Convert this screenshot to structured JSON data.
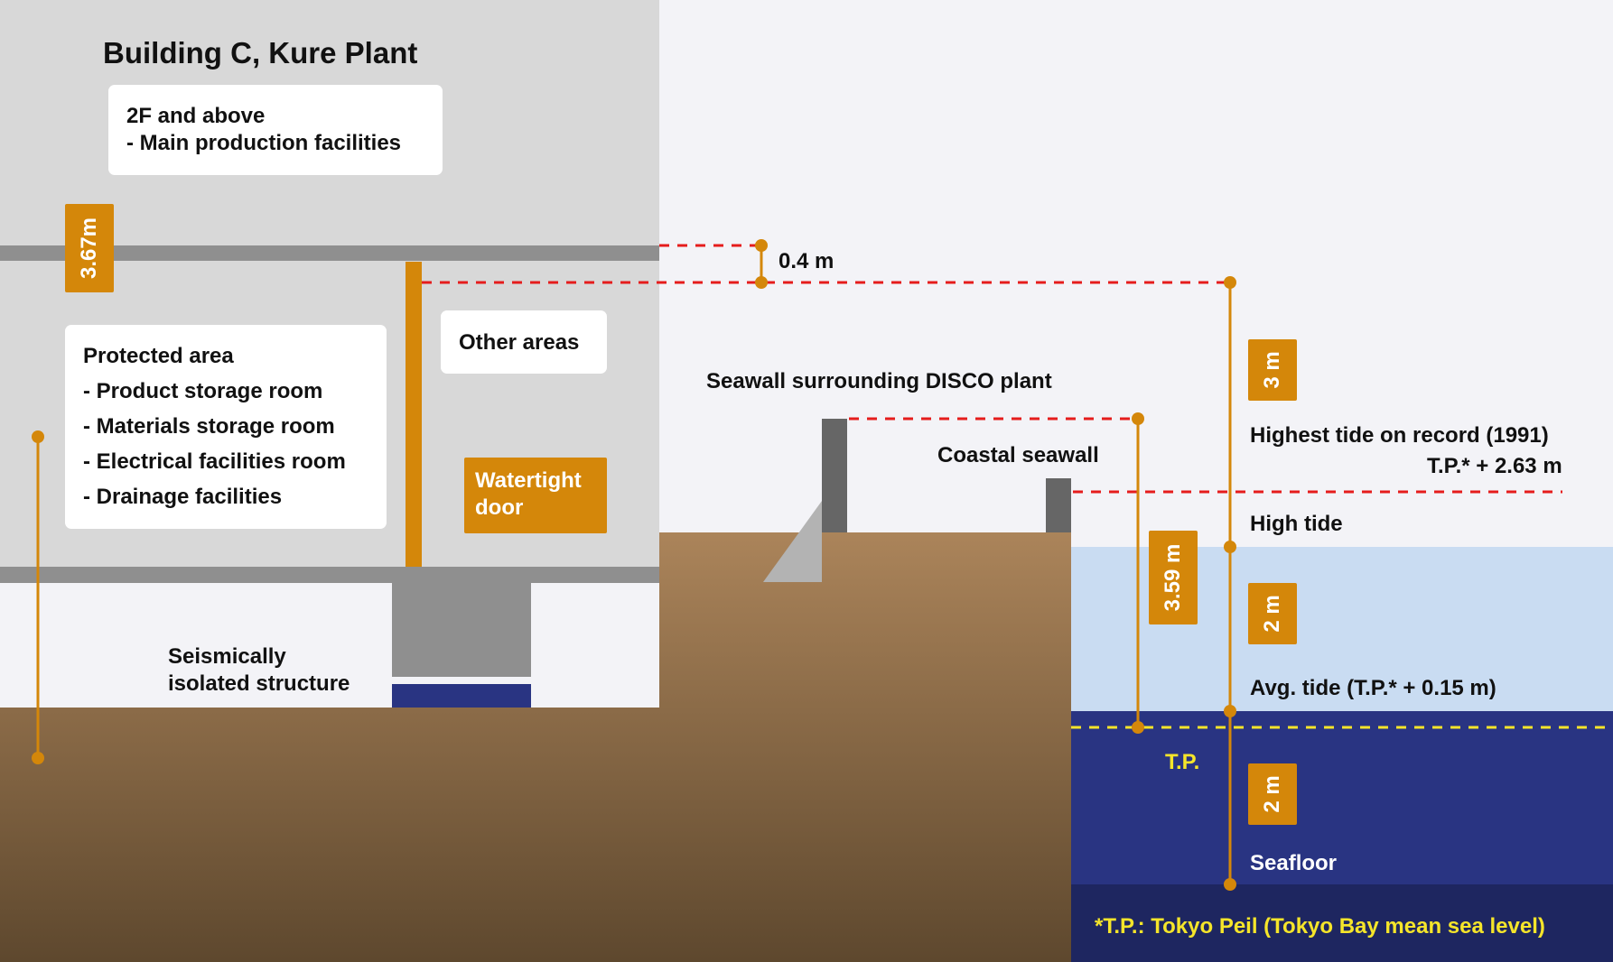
{
  "title": "Building C, Kure Plant",
  "upper_floor": {
    "heading": "2F and above",
    "item": "- Main production facilities"
  },
  "protected_area": {
    "heading": "Protected area",
    "items": [
      "- Product storage room",
      "- Materials storage room",
      "- Electrical facilities room",
      "- Drainage facilities"
    ]
  },
  "other_areas": "Other areas",
  "watertight_door": {
    "line1": "Watertight",
    "line2": "door"
  },
  "seismic": {
    "line1": "Seismically",
    "line2": "isolated structure"
  },
  "seawall_disco": "Seawall surrounding DISCO plant",
  "coastal_seawall": "Coastal seawall",
  "dimensions": {
    "building_floor": "3.67m",
    "gap": "0.4 m",
    "seawall_height": "3.59 m",
    "above_high_tide": "3 m",
    "high_to_avg": "2 m",
    "avg_to_seafloor": "2 m"
  },
  "tide_levels": {
    "highest_line1": "Highest tide on record (1991)",
    "highest_line2": "T.P.* + 2.63 m",
    "high": "High tide",
    "avg": "Avg. tide (T.P.* + 0.15 m)",
    "tp": "T.P.",
    "seafloor": "Seafloor"
  },
  "footnote": "*T.P.: Tokyo Peil (Tokyo Bay mean sea level)",
  "colors": {
    "building": "#d8d8d8",
    "slab": "#8f8f8f",
    "accent": "#d4870a",
    "water_light": "#c9dcf2",
    "water_deep": "#293482",
    "seafloor": "#1e2660",
    "ground_top": "#ab845a",
    "ground_bottom": "#5e482e",
    "dashed_red": "#e51c1c",
    "tp_yellow": "#f5e52a"
  }
}
